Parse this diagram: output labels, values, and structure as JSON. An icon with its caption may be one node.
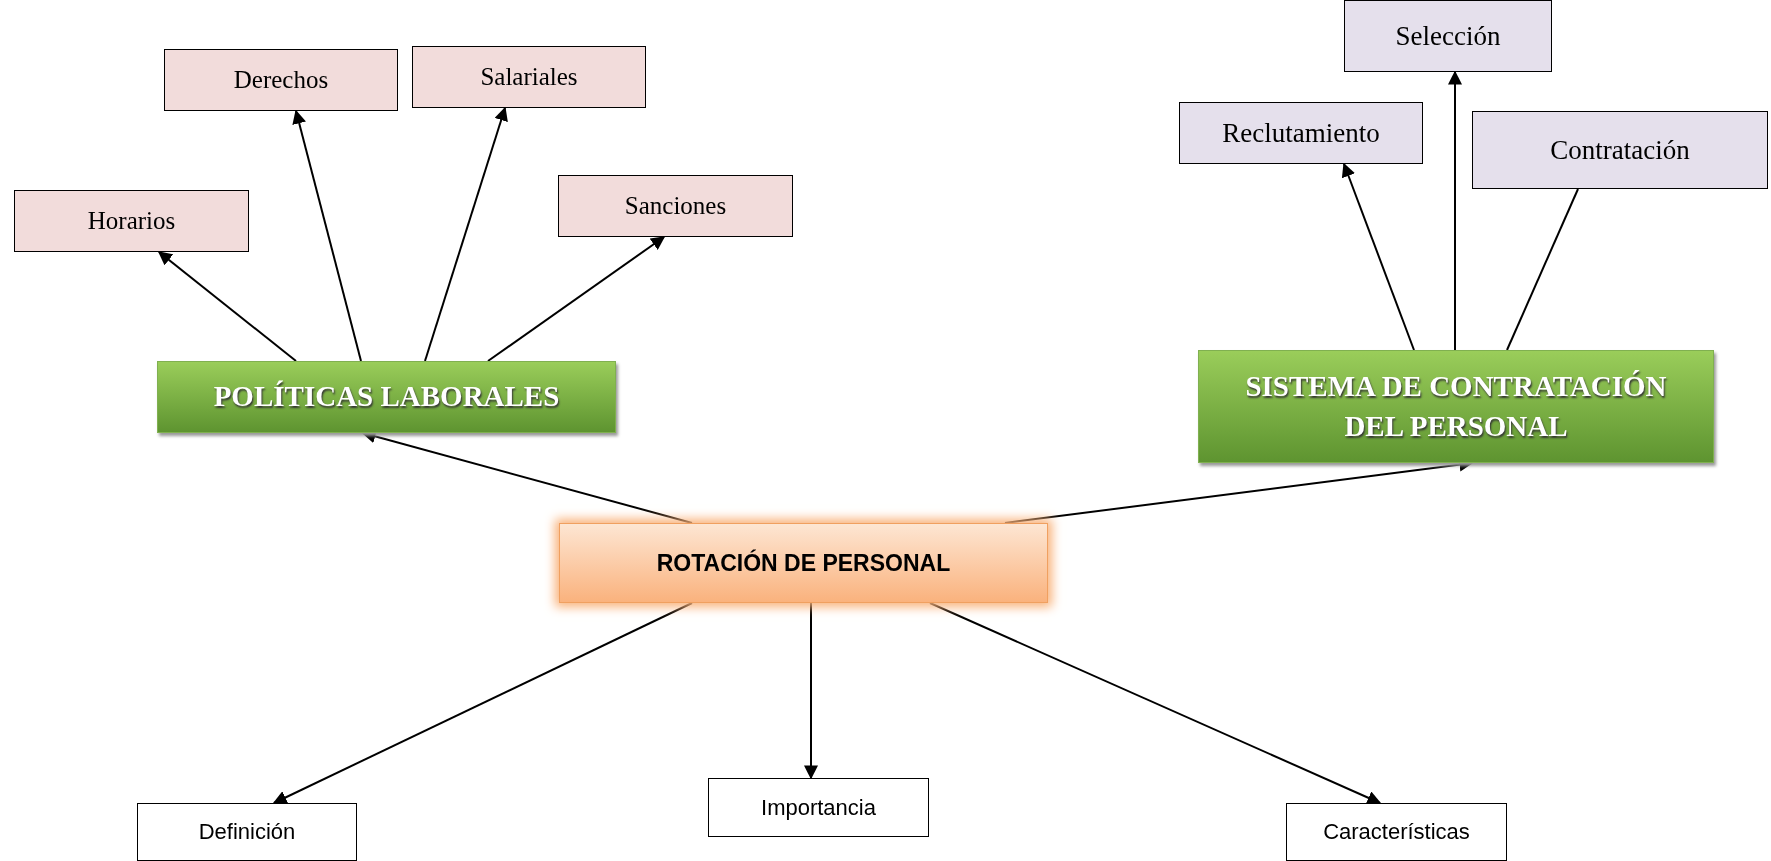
{
  "diagram": {
    "nodes": [
      {
        "text": [
          "ROTACIÓN DE PERSONAL"
        ]
      },
      {
        "text": [
          "POLÍTICAS LABORALES"
        ]
      },
      {
        "text": [
          "Horarios"
        ]
      },
      {
        "text": [
          "Derechos"
        ]
      },
      {
        "text": [
          "Salariales"
        ]
      },
      {
        "text": [
          "Sanciones"
        ]
      },
      {
        "text": [
          "SISTEMA DE CONTRATACIÓN DEL PERSONAL"
        ]
      },
      {
        "text": [
          "Reclutamiento"
        ]
      },
      {
        "text": [
          "Selección"
        ]
      },
      {
        "text": [
          "Contratación"
        ]
      },
      {
        "text": [
          "Definición"
        ]
      },
      {
        "text": [
          "Importancia"
        ]
      },
      {
        "text": [
          "Características"
        ]
      }
    ],
    "edges": [
      {
        "from": 0,
        "to": 1,
        "arrow": "to"
      },
      {
        "from": 0,
        "to": 6,
        "arrow": "to"
      },
      {
        "from": 0,
        "to": 10,
        "arrow": "to"
      },
      {
        "from": 0,
        "to": 11,
        "arrow": "to"
      },
      {
        "from": 0,
        "to": 12,
        "arrow": "to"
      },
      {
        "from": 1,
        "to": 2,
        "arrow": "to"
      },
      {
        "from": 1,
        "to": 3,
        "arrow": "to"
      },
      {
        "from": 1,
        "to": 4,
        "arrow": "to"
      },
      {
        "from": 1,
        "to": 5,
        "arrow": "to"
      },
      {
        "from": 6,
        "to": 7,
        "arrow": "to"
      },
      {
        "from": 6,
        "to": 8,
        "arrow": "to"
      },
      {
        "from": 6,
        "to": 9,
        "arrow": "none"
      }
    ]
  }
}
